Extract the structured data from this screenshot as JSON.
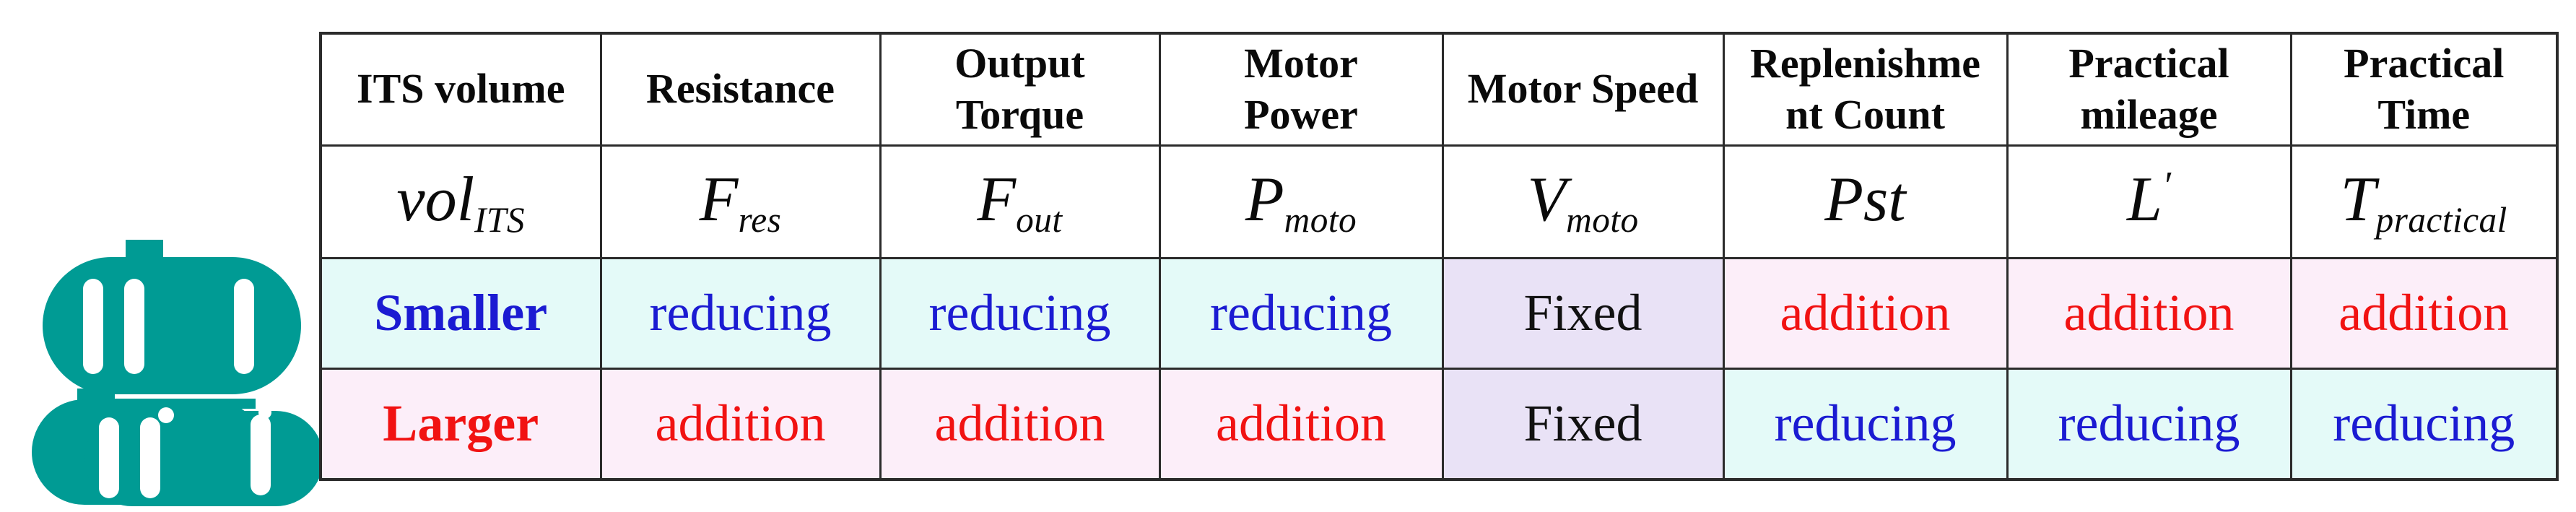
{
  "figure": {
    "icon": {
      "name": "battery-pack-icon",
      "color": "#009b94",
      "description": "two stacked teal battery packs with white vent slots"
    },
    "colors": {
      "teal_icon": "#009b94",
      "blue_text": "#1b1bd2",
      "red_text": "#f11212",
      "black_text": "#111111",
      "cyan_cell_bg": "#e4faf8",
      "pink_cell_bg": "#fceef9",
      "lavender_cell_bg": "#e9e2f6",
      "border": "#2b2b2b"
    }
  },
  "table": {
    "headers": [
      "ITS volume",
      "Resistance",
      "Output\nTorque",
      "Motor\nPower",
      "Motor Speed",
      "Replenishme\nnt Count",
      "Practical\nmileage",
      "Practical\nTime"
    ],
    "symbols": [
      {
        "main": "vol",
        "sup": "",
        "sub": "ITS"
      },
      {
        "main": "F",
        "sup": "",
        "sub": "res"
      },
      {
        "main": "F",
        "sup": "",
        "sub": "out"
      },
      {
        "main": "P",
        "sup": "",
        "sub": "moto"
      },
      {
        "main": "V",
        "sup": "",
        "sub": "moto"
      },
      {
        "main": "Pst",
        "sup": "",
        "sub": ""
      },
      {
        "main": "L",
        "sup": "′",
        "sub": ""
      },
      {
        "main": "T",
        "sup": "",
        "sub": "practical"
      }
    ],
    "rows": [
      {
        "label": "Smaller",
        "cells": [
          "reducing",
          "reducing",
          "reducing",
          "Fixed",
          "addition",
          "addition",
          "addition"
        ]
      },
      {
        "label": "Larger",
        "cells": [
          "addition",
          "addition",
          "addition",
          "Fixed",
          "reducing",
          "reducing",
          "reducing"
        ]
      }
    ]
  }
}
